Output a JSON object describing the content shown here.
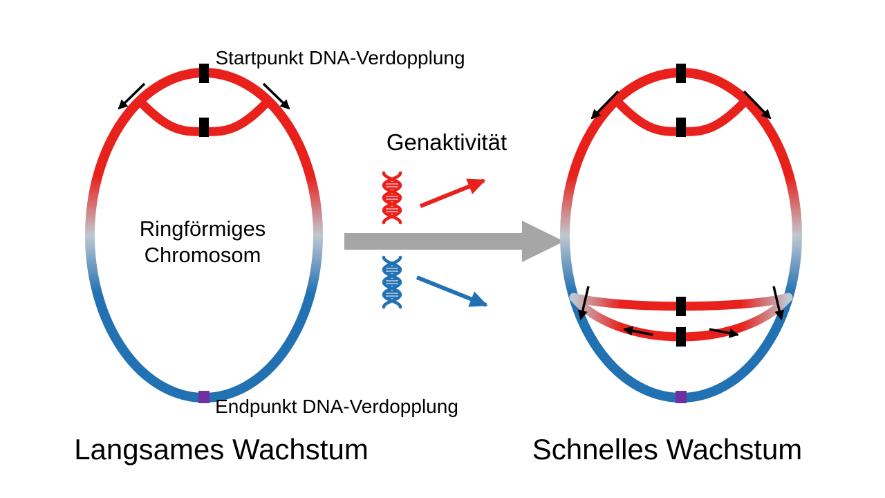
{
  "labels": {
    "start_point": "Startpunkt DNA-Verdopplung",
    "end_point": "Endpunkt DNA-Verdopplung",
    "gene_activity": "Genaktivität",
    "ring_chromosome_line1": "Ringförmiges",
    "ring_chromosome_line2": "Chromosom",
    "slow_growth": "Langsames Wachstum",
    "fast_growth": "Schnelles Wachstum"
  },
  "colors": {
    "replication_red": "#e8211c",
    "chromosome_blue": "#2271b3",
    "transition_gray": "#c0c8d0",
    "marker_black": "#000000",
    "terminus_purple": "#7030a0",
    "growth_arrow_gray": "#a6a6a6",
    "background": "#ffffff"
  },
  "icons": {
    "red_dna": "dna-helix-icon (red, gene activity up)",
    "blue_dna": "dna-helix-icon (blue, gene activity down)",
    "origin_marker": "black-block-icon (replication origin)",
    "terminus_marker": "purple-block-icon (replication terminus)"
  }
}
